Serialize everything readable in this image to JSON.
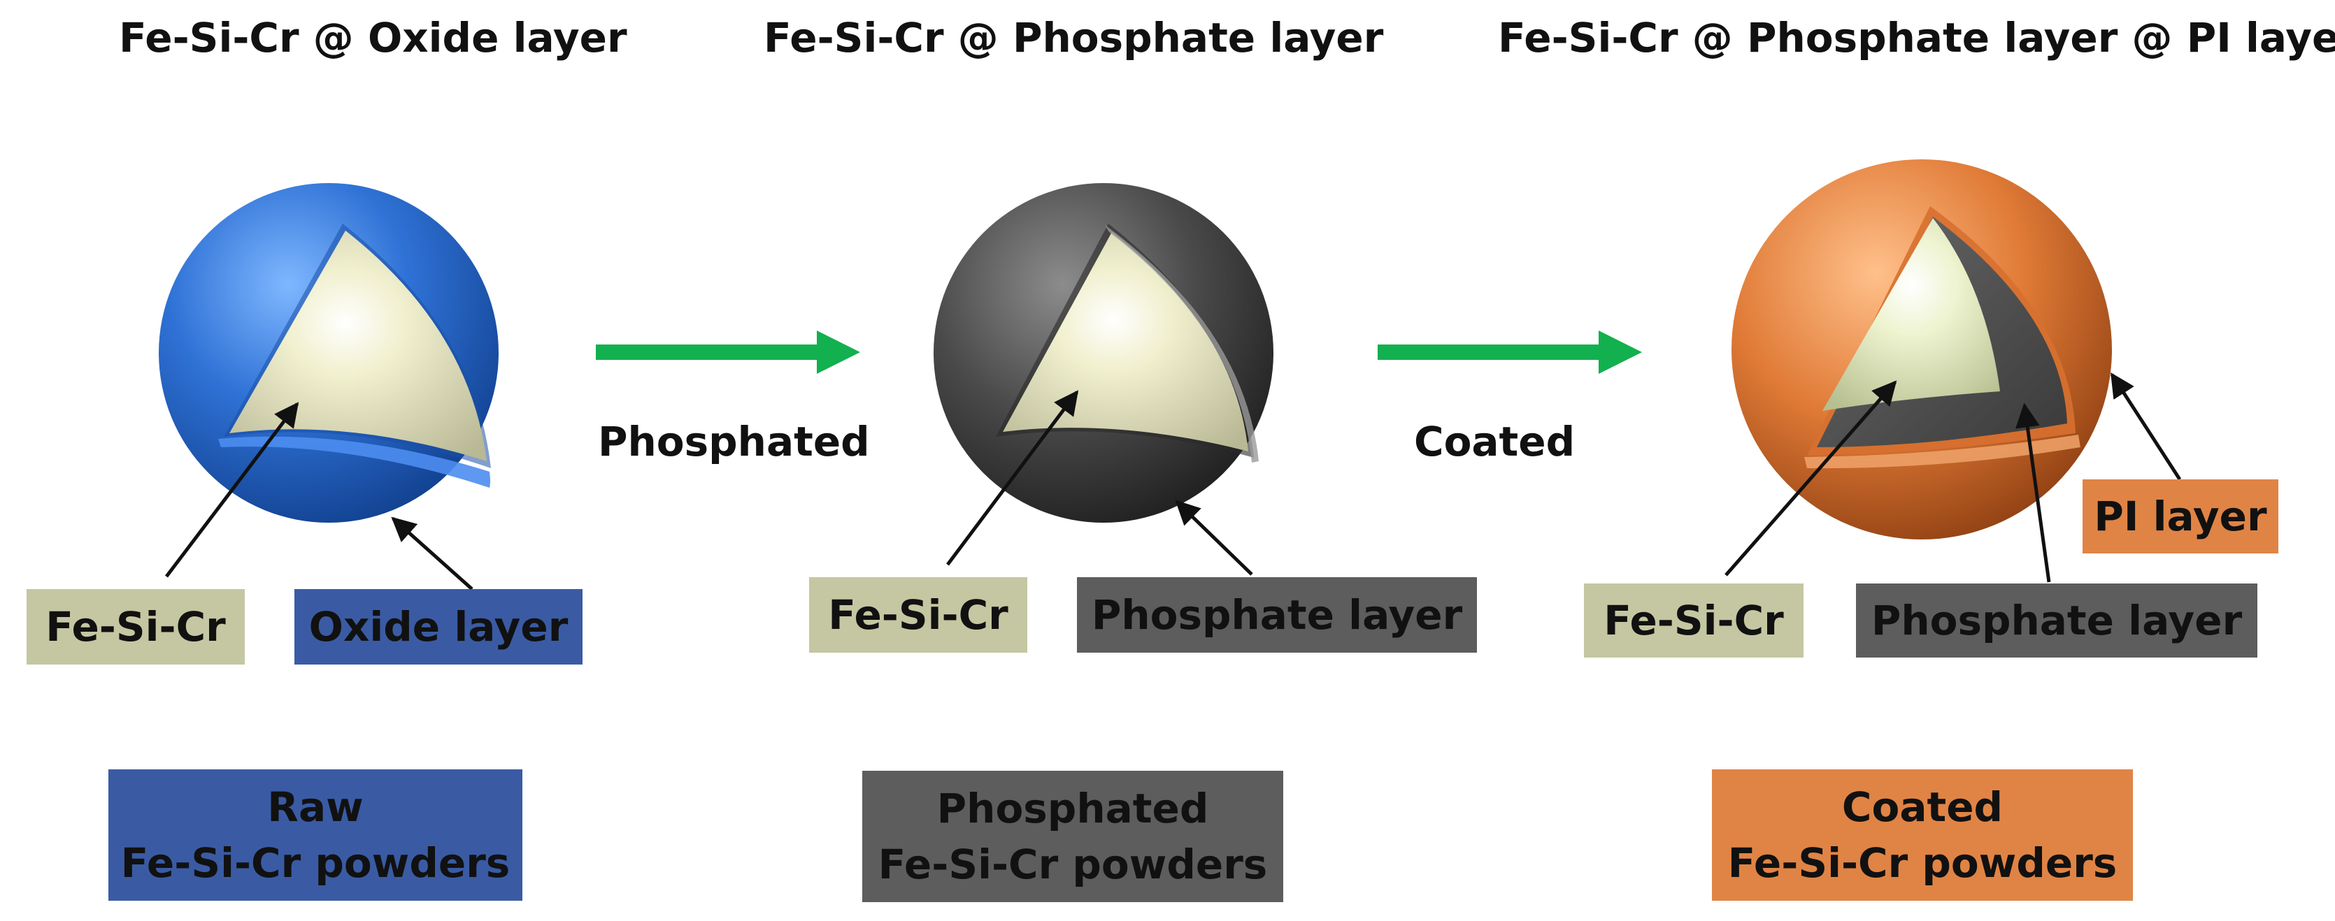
{
  "titles": {
    "raw": "Fe-Si-Cr @ Oxide layer",
    "phosphated": "Fe-Si-Cr @ Phosphate layer",
    "coated": "Fe-Si-Cr @ Phosphate layer @ PI layer"
  },
  "steps": {
    "first": "Phosphated",
    "second": "Coated"
  },
  "labels": {
    "raw_core": "Fe-Si-Cr",
    "raw_shell": "Oxide layer",
    "phos_core": "Fe-Si-Cr",
    "phos_shell": "Phosphate layer",
    "coat_core": "Fe-Si-Cr",
    "coat_middle": "Phosphate layer",
    "coat_outer": "PI layer"
  },
  "captions": {
    "raw": {
      "line1": "Raw",
      "line2": "Fe-Si-Cr powders"
    },
    "phosphated": {
      "line1": "Phosphated",
      "line2": "Fe-Si-Cr powders"
    },
    "coated": {
      "line1": "Coated",
      "line2": "Fe-Si-Cr powders"
    }
  },
  "colors": {
    "core": "#c4c7a1",
    "oxide": "#3a5ba4",
    "phosphate": "#5d5d5d",
    "pi": "#e08445",
    "arrow": "#12b04e"
  },
  "icons": [
    "core-shell-sphere",
    "process-arrow",
    "pointer-arrow"
  ]
}
